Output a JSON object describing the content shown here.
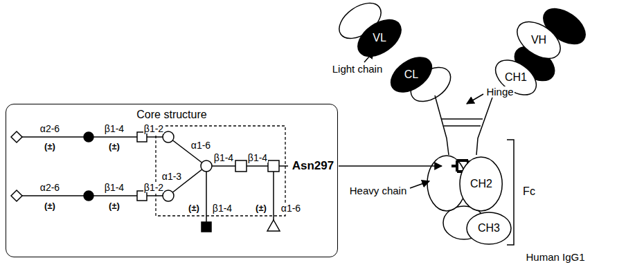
{
  "diagram": {
    "nodes": [
      {
        "text": [
          "Core structure"
        ]
      },
      {
        "text": [
          "VL"
        ]
      },
      {
        "text": [
          "CL"
        ]
      },
      {
        "text": [
          "VH"
        ]
      },
      {
        "text": [
          "CH1"
        ]
      },
      {
        "text": [
          "CH2"
        ]
      },
      {
        "text": [
          "CH3"
        ]
      }
    ],
    "labels": [
      "α2-6",
      "β1-4",
      "β1-2",
      "(±)",
      "(±)",
      "α1-6",
      "β1-4",
      "β1-4",
      "Asn297",
      "α2-6",
      "β1-4",
      "β1-2",
      "α1-3",
      "(±)",
      "β1-4",
      "(±)",
      "α1-6",
      "(±)",
      "(±)",
      "Light chain",
      "Hinge",
      "Heavy chain",
      "Fc",
      "Human IgG1"
    ]
  }
}
